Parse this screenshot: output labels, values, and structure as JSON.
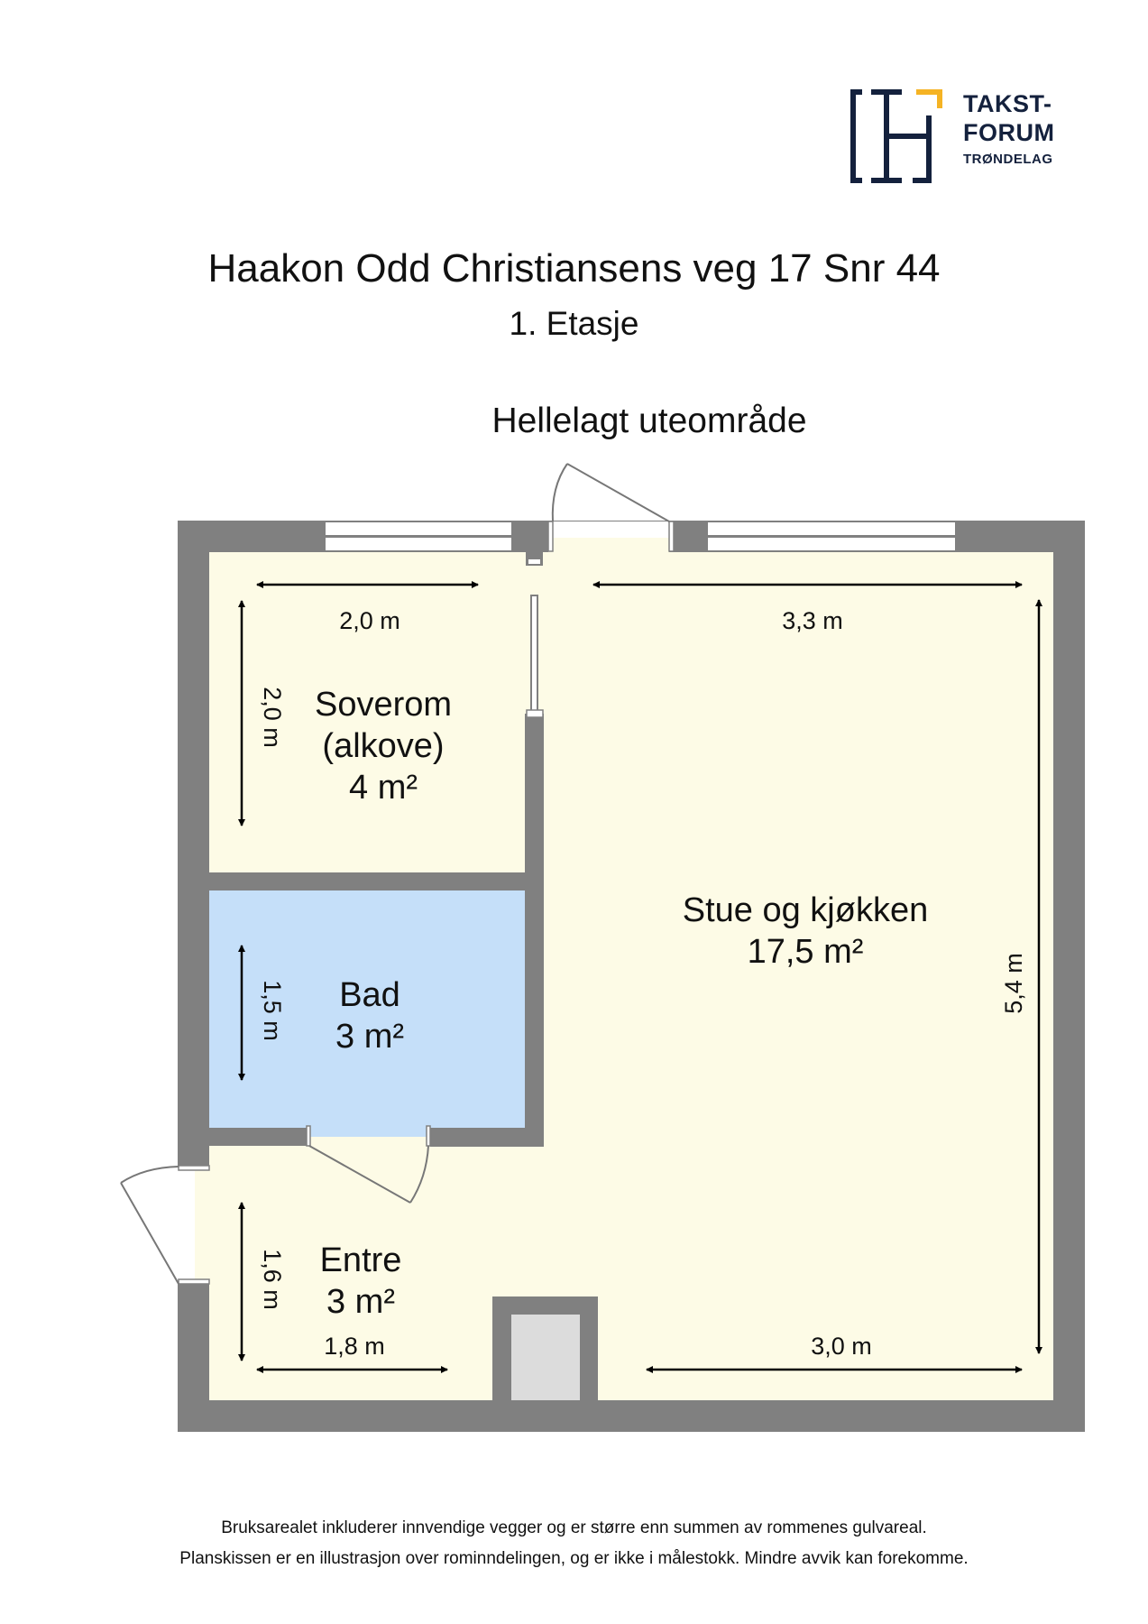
{
  "brand": {
    "logo_line1": "TAKST-",
    "logo_line2": "FORUM",
    "logo_line3": "TRØNDELAG",
    "colors": {
      "navy": "#14213d",
      "accent": "#f5b324"
    }
  },
  "header": {
    "title": "Haakon Odd Christiansens veg 17 Snr 44",
    "floor": "1. Etasje"
  },
  "outdoor_label": "Hellelagt uteområde",
  "colors": {
    "wall": "#808080",
    "floor": "#fdfbe6",
    "bath_floor": "#c5dff9",
    "shaft_fill": "#dcdcdc",
    "window": "#ffffff",
    "dimension_line": "#000000"
  },
  "rooms": [
    {
      "name": "Soverom",
      "sub": "(alkove)",
      "area": "4 m²",
      "width": "2,0 m",
      "depth": "2,0 m"
    },
    {
      "name": "Bad",
      "area": "3 m²",
      "depth": "1,5 m"
    },
    {
      "name": "Entre",
      "area": "3 m²",
      "width": "1,8 m",
      "depth": "1,6 m"
    },
    {
      "name": "Stue og kjøkken",
      "area": "17,5 m²",
      "width_top": "3,3 m",
      "width_bottom": "3,0 m",
      "depth": "5,4 m"
    }
  ],
  "footer": {
    "line1": "Bruksarealet inkluderer innvendige vegger og er større enn summen av rommenes gulvareal.",
    "line2": "Planskissen er en illustrasjon over rominndelingen, og er ikke i målestokk. Mindre avvik kan forekomme."
  }
}
